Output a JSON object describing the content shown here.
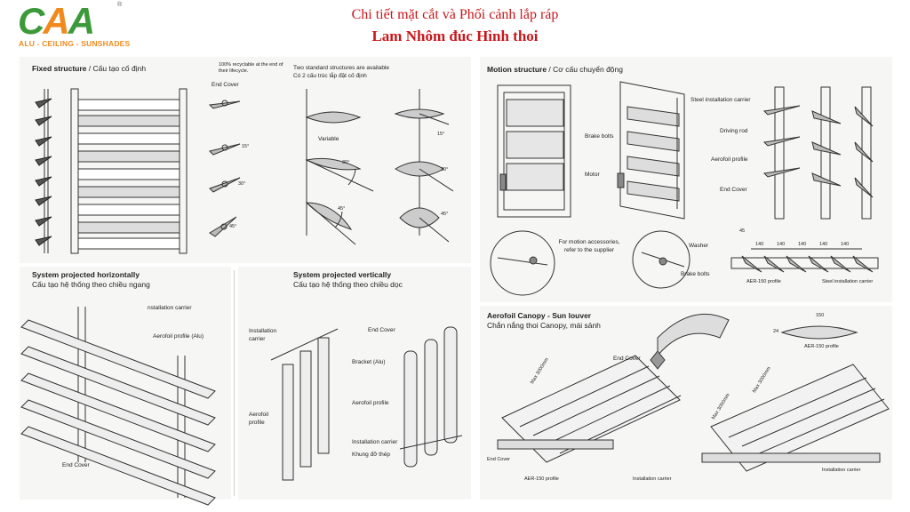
{
  "header": {
    "logo_text": "CAA",
    "logo_reg": "®",
    "logo_tagline": "ALU - CEILING - SUNSHADES",
    "title_line1": "Chi tiết mặt cắt và Phối cảnh lắp ráp",
    "title_line2": "Lam Nhôm đúc Hình thoi"
  },
  "fixed_structure": {
    "heading_en": "Fixed structure",
    "heading_vi": "Cấu tạo cố định",
    "note": "100% recyclable at the end of their lifecycle.",
    "end_cover": "End Cover",
    "angle_15": "15°",
    "angle_30": "30°",
    "angle_45": "45°",
    "two_structures_en": "Two standard structures are available",
    "two_structures_vi": "Có 2 cấu trúc lắp đặt cố định",
    "variable": "Variable",
    "angle_30b": "30°",
    "angle_45b": "45°",
    "angle_15c": "15°",
    "angle_30c": "30°",
    "angle_45c": "45°"
  },
  "motion_structure": {
    "heading_en": "Motion structure",
    "heading_vi": "Cơ cấu chuyển động",
    "steel_carrier": "Steel installation carrier",
    "brake_bolts": "Brake bolts",
    "driving_rod": "Driving rod",
    "aerofoil_profile": "Aerofoil profile",
    "motor": "Motor",
    "end_cover": "End Cover",
    "accessories_note": "For motion accessories, refer to the supplier",
    "washer": "Washer",
    "brake_bolts2": "Brake bolts",
    "dim_angle": "45",
    "dims": [
      "140",
      "140",
      "140",
      "140",
      "140"
    ],
    "aer_profile": "AER-150 profile",
    "steel_carrier2": "Steel installation carrier"
  },
  "horizontal": {
    "heading_en": "System projected horizontally",
    "heading_vi": "Cấu tạo hệ thống theo chiều ngang",
    "installation_carrier": "nstallation carrier",
    "aerofoil": "Aerofoil profile (Alu)",
    "end_cover": "End Cover"
  },
  "vertical": {
    "heading_en": "System projected vertically",
    "heading_vi": "Cấu tạo hệ thống theo chiều dọc",
    "installation_carrier": "Installation carrier",
    "aerofoil": "Aerofoil profile",
    "end_cover": "End Cover",
    "bracket": "Bracket (Alu)",
    "aerofoil2": "Aerofoil profile",
    "installation_carrier2": "Installation carrier",
    "steel_frame": "Khung đỡ thép"
  },
  "canopy": {
    "heading_en": "Aerofoil Canopy - Sun louver",
    "heading_vi": "Chắn nắng thoi Canopy, mái sảnh",
    "end_cover": "End Cover",
    "max_len": "Max 3000mm",
    "width_150": "150",
    "height_24": "24",
    "aer_profile": "AER-150 profile",
    "end_cover2": "End Cover",
    "aer_profile2": "AER-150 profile",
    "installation_carrier": "Installation carrier",
    "max_len2": "Max 3000mm",
    "max_len3": "Max 3000mm",
    "installation_carrier2": "Installation carrier"
  },
  "colors": {
    "brand_green": "#3d9a3a",
    "brand_orange": "#f08a1c",
    "title_red": "#c8171c"
  }
}
